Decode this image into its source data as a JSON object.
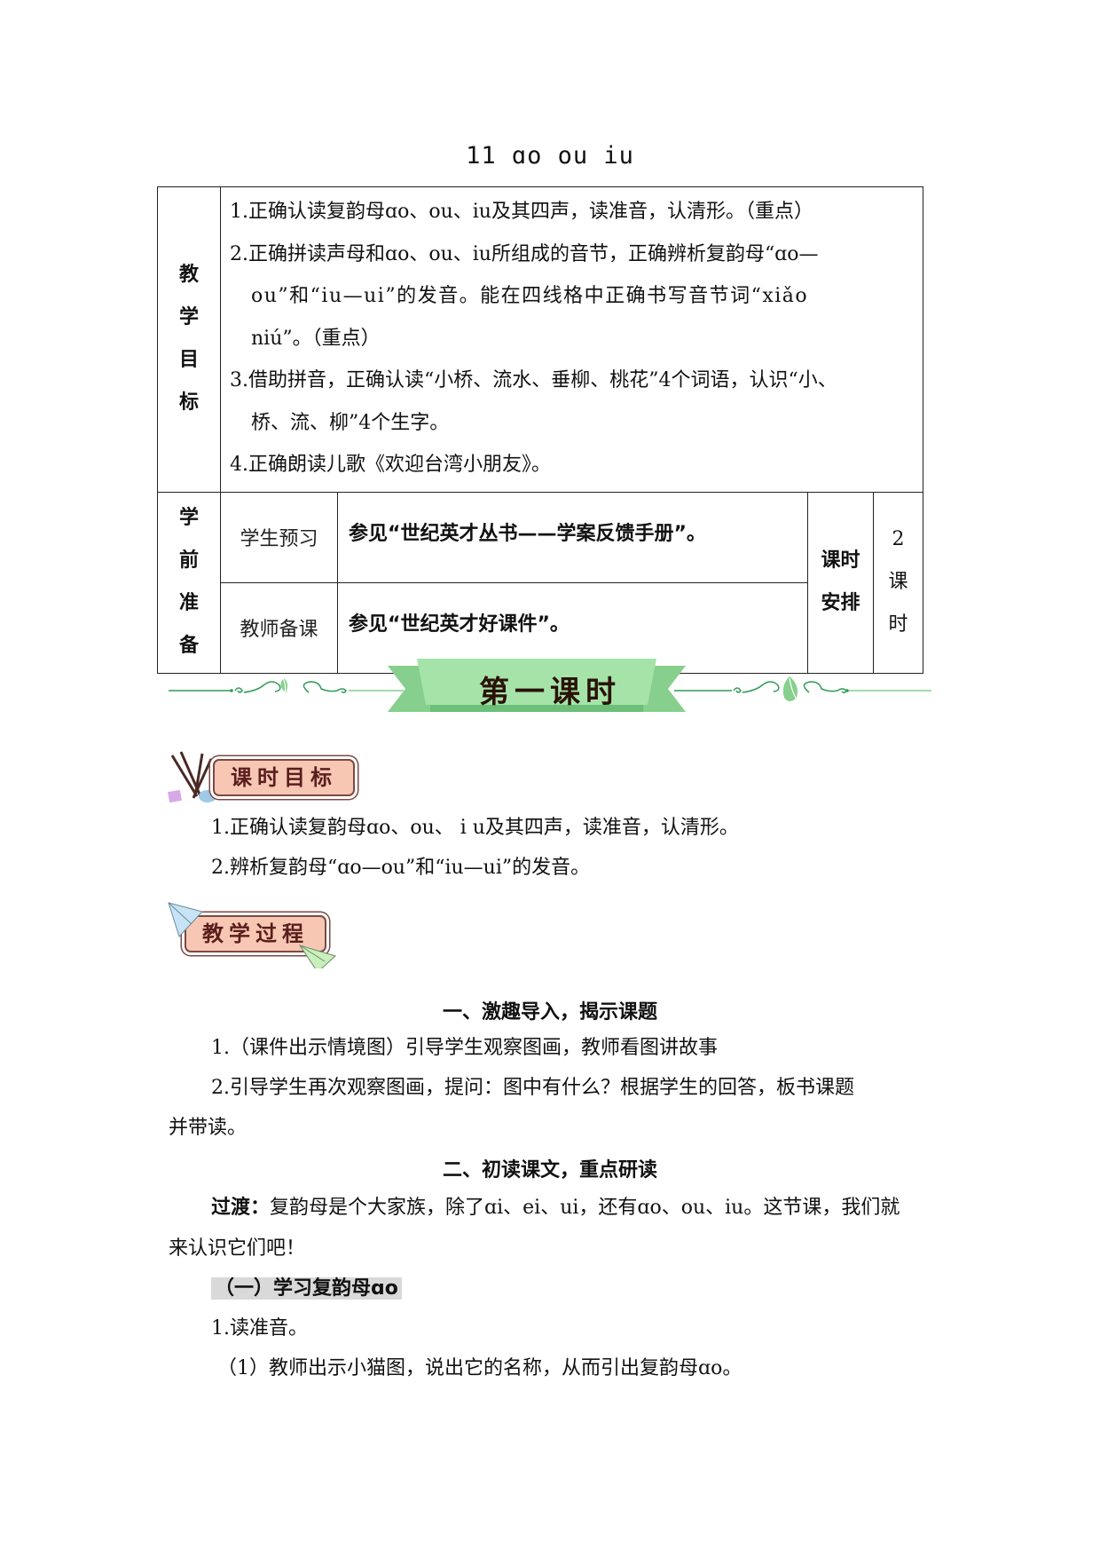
{
  "document": {
    "title": "11 ɑo ou iu"
  },
  "plan_table": {
    "goals_label": [
      "教",
      "学",
      "目",
      "标"
    ],
    "goals": [
      {
        "line1": "1.正确认读复韵母ɑo、ou、iu及其四声，读准音，认清形。（重点）",
        "cont": []
      },
      {
        "line1": "2.正确拼读声母和ɑo、ou、iu所组成的音节，正确辨析复韵母“ɑo—",
        "cont": [
          "ou”和“iu—ui”的发音。能在四线格中正确书写音节词“xiǎo",
          "niú”。（重点）"
        ]
      },
      {
        "line1": "3.借助拼音，正确认读“小桥、流水、垂柳、桃花”4个词语，认识“小、",
        "cont": [
          "桥、流、柳”4个生字。"
        ]
      },
      {
        "line1": "4.正确朗读儿歌《欢迎台湾小朋友》。",
        "cont": []
      }
    ],
    "prep_label": [
      "学",
      "前",
      "准",
      "备"
    ],
    "student_prep_label": "学生预习",
    "student_prep_text": "参见“世纪英才丛书——学案反馈手册”。",
    "teacher_prep_label": "教师备课",
    "teacher_prep_text": "参见“世纪英才好课件”。",
    "schedule_label_line1": "课时",
    "schedule_label_line2": "安排",
    "schedule_value": [
      "2",
      "课",
      "时"
    ]
  },
  "banner": {
    "label": "第一课时",
    "accent_color": "#86cf8c",
    "ribbon_color": "#a6e3a8",
    "vine_color": "#2e9a55"
  },
  "lesson_goals_tag": {
    "label": "课时目标",
    "items": [
      "1.正确认读复韵母ɑo、ou、 i u及其四声，读准音，认清形。",
      "2.辨析复韵母“ɑo—ou”和“iu—ui”的发音。"
    ]
  },
  "process_tag": {
    "label": "教学过程"
  },
  "section1": {
    "heading": "一、激趣导入，揭示课题",
    "p1": "1.（课件出示情境图）引导学生观察图画，教师看图讲故事",
    "p2_line1": "2.引导学生再次观察图画，提问：图中有什么？根据学生的回答，板书课题",
    "p2_line2": "并带读。"
  },
  "section2": {
    "heading": "二、初读课文，重点研读",
    "transition_label": "过渡：",
    "transition_line1": "复韵母是个大家族，除了ɑi、ei、ui，还有ɑo、ou、iu。这节课，我们就",
    "transition_line2": "来认识它们吧！",
    "sub_heading": "（一）学习复韵母ɑo",
    "step1": "1.读准音。",
    "step1_1": "（1）教师出示小猫图，说出它的名称，从而引出复韵母ɑo。"
  }
}
